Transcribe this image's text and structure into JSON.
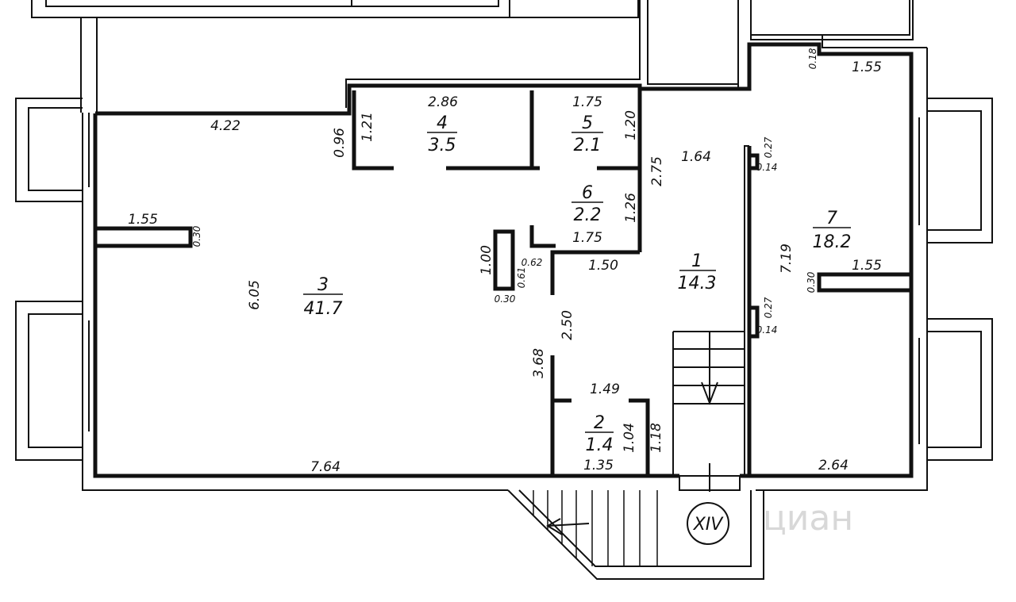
{
  "rooms": [
    {
      "number": "1",
      "area": "14.3"
    },
    {
      "number": "2",
      "area": "1.4"
    },
    {
      "number": "3",
      "area": "41.7"
    },
    {
      "number": "4",
      "area": "3.5"
    },
    {
      "number": "5",
      "area": "2.1"
    },
    {
      "number": "6",
      "area": "2.2"
    },
    {
      "number": "7",
      "area": "18.2"
    }
  ],
  "dims": {
    "top_left": "4.22",
    "r4_width": "2.86",
    "r4_left_a": "0.96",
    "r4_left_b": "1.21",
    "r5_width": "1.75",
    "r5_height": "1.20",
    "corr_height": "2.75",
    "r1_top": "1.64",
    "r6_height": "1.26",
    "r6_width": "1.75",
    "wall_len": "1.55",
    "wall_thk": "0.30",
    "r3_height": "6.05",
    "col_h": "1.00",
    "col_w": "0.30",
    "col_a": "0.61",
    "col_b": "0.62",
    "r1_mid": "1.50",
    "r2_upper": "2.50",
    "r2_left": "3.68",
    "r2_width": "1.49",
    "r2_in": "1.04",
    "r2_right": "1.18",
    "r2_bottom": "1.35",
    "bottom_left": "7.64",
    "bottom_right": "2.64",
    "r7_top": "1.55",
    "r7_top_thk": "0.18",
    "r7_height": "7.19",
    "r7_wall": "1.55",
    "r7_wall_thk": "0.30",
    "pil_a": "0.27",
    "pil_b": "0.14",
    "pil_c": "0.27",
    "pil_d": "0.14"
  },
  "section_mark": "XIV",
  "watermark": "циан"
}
